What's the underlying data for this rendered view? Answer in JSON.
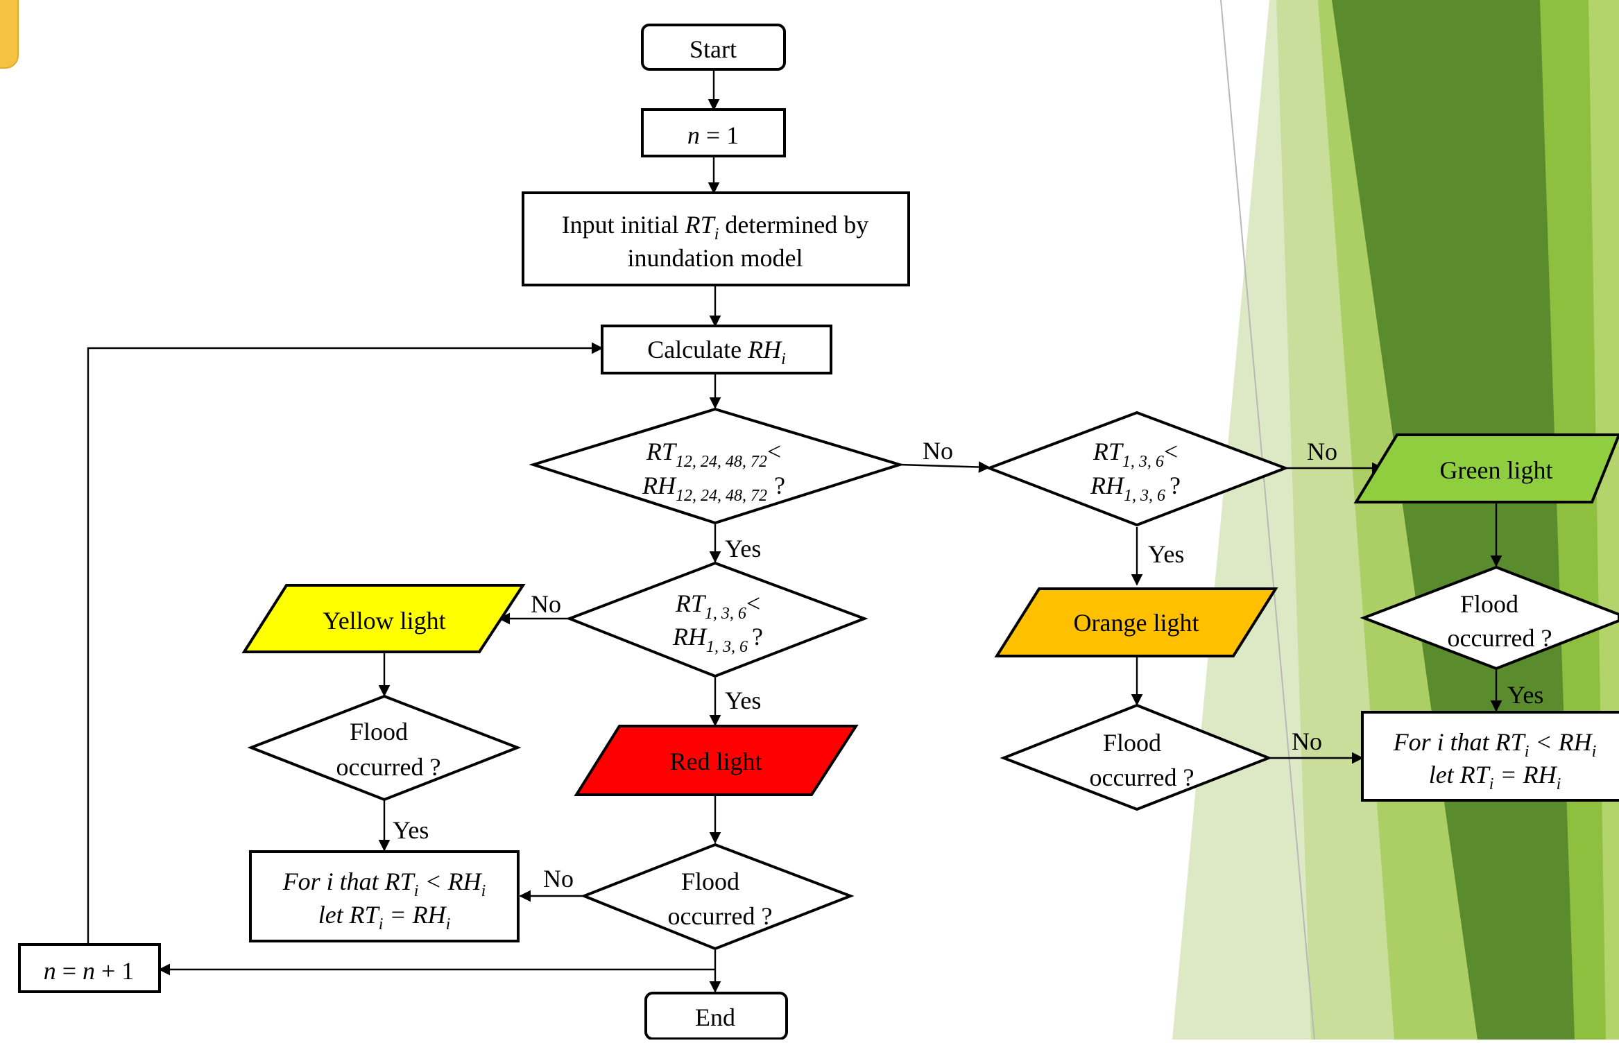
{
  "colors": {
    "yellow": "#ffff00",
    "red": "#ff0000",
    "orange": "#ffc000",
    "green": "#8fce3f",
    "tab": "#f5c242",
    "bg_light": "#dde9c4",
    "bg_mid": "#a6cc5c",
    "bg_dark": "#5a8c2e"
  },
  "nodes": {
    "start": "Start",
    "n_init": {
      "var": "n",
      "op": " = 1"
    },
    "input": {
      "line1_a": "Input initial ",
      "line1_var": "RT",
      "line1_sub": "i",
      "line1_b": " determined by",
      "line2": "inundation model"
    },
    "calculate": {
      "text": "Calculate ",
      "var": "RH",
      "sub": "i"
    },
    "decision_main": {
      "a": "RT",
      "a_sub": "12, 24, 48, 72",
      "lt": "<",
      "b": "RH",
      "b_sub": "12, 24, 48, 72",
      "q": "?"
    },
    "decision_left": {
      "a": "RT",
      "a_sub": "1, 3, 6",
      "lt": "<",
      "b": "RH",
      "b_sub": "1, 3, 6",
      "q": "?"
    },
    "decision_right": {
      "a": "RT",
      "a_sub": "1, 3, 6",
      "lt": "<",
      "b": "RH",
      "b_sub": "1, 3, 6",
      "q": "?"
    },
    "yellow": "Yellow light",
    "red": "Red light",
    "orange": "Orange light",
    "green": "Green light",
    "flood": {
      "line1": "Flood",
      "line2": "occurred ?"
    },
    "update": {
      "l1_a": "For i that RT",
      "l1_sub1": "i",
      "l1_b": " < RH",
      "l1_sub2": "i",
      "l2_a": "let RT",
      "l2_sub1": "i",
      "l2_b": " = RH",
      "l2_sub2": "i"
    },
    "increment": {
      "var1": "n",
      "eq": " = ",
      "var2": "n",
      "plus": " + 1"
    },
    "end": "End"
  },
  "edge_labels": {
    "yes": "Yes",
    "no": "No"
  }
}
